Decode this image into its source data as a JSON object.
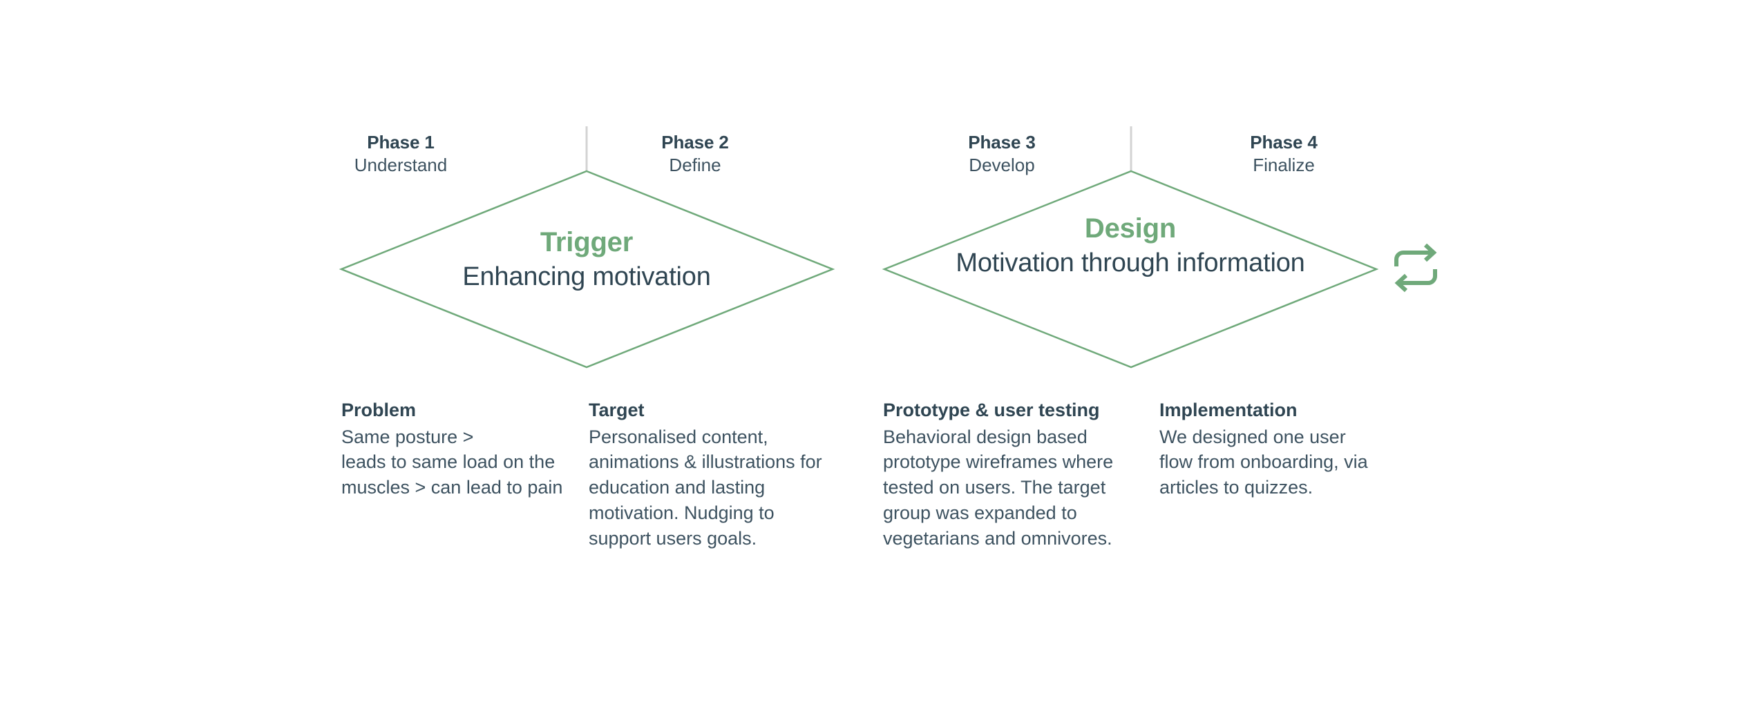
{
  "theme": {
    "background": "#ffffff",
    "accent_green": "#6fa97a",
    "text_dark": "#2f4552",
    "text_body": "#3d5260",
    "divider_gray": "#d3d3d3"
  },
  "phases": [
    {
      "name": "Phase 1",
      "sub": "Understand"
    },
    {
      "name": "Phase 2",
      "sub": "Define"
    },
    {
      "name": "Phase 3",
      "sub": "Develop"
    },
    {
      "name": "Phase 4",
      "sub": "Finalize"
    }
  ],
  "diamonds": [
    {
      "title": "Trigger",
      "subtitle": "Enhancing motivation"
    },
    {
      "title": "Design",
      "subtitle": "Motivation through information"
    }
  ],
  "columns": [
    {
      "title": "Problem",
      "body": "Same posture >\nleads to same load on the\nmuscles > can lead to pain"
    },
    {
      "title": "Target",
      "body": "Personalised content,\nanimations & illustrations for\neducation and lasting\nmotivation. Nudging to\nsupport users goals."
    },
    {
      "title": "Prototype & user testing",
      "body": "Behavioral design based\nprototype wireframes where\ntested on users. The target\ngroup was expanded to\nvegetarians and omnivores."
    },
    {
      "title": "Implementation",
      "body": "We designed  one user\nflow from onboarding, via\narticles to quizzes."
    }
  ],
  "icons": {
    "repeat": "repeat-loop-icon"
  }
}
